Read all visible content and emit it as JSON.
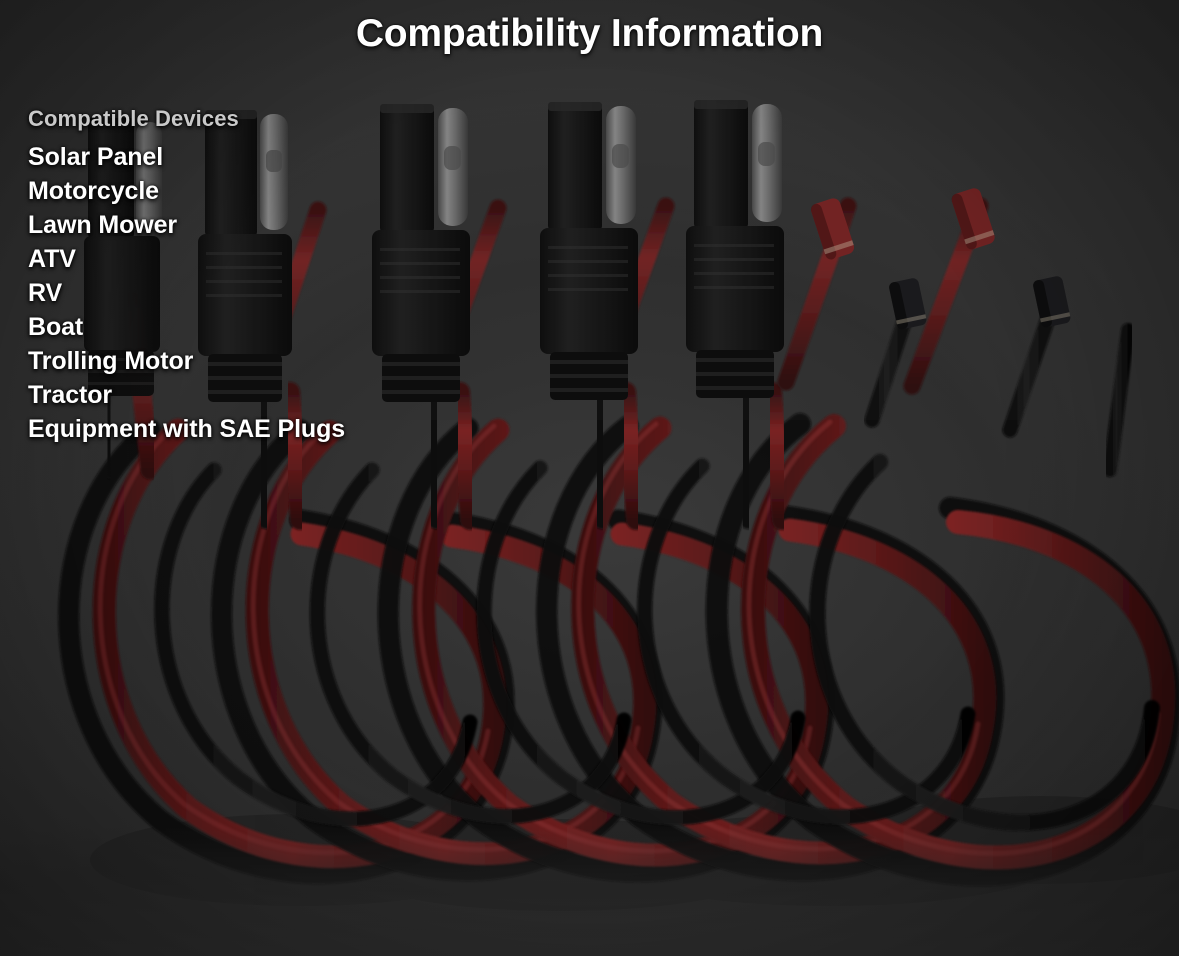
{
  "page": {
    "title": "Compatibility Information",
    "background_color": "#2f2f2f",
    "title_color": "#ffffff"
  },
  "devices_panel": {
    "heading": "Compatible Devices",
    "heading_color": "#c9c9c9",
    "item_color": "#ffffff",
    "items": [
      {
        "label": "Solar Panel"
      },
      {
        "label": "Motorcycle"
      },
      {
        "label": "Lawn Mower"
      },
      {
        "label": "ATV"
      },
      {
        "label": "RV"
      },
      {
        "label": "Boat"
      },
      {
        "label": "Trolling Motor"
      },
      {
        "label": "Tractor"
      },
      {
        "label": "Equipment with SAE Plugs"
      }
    ]
  },
  "product_photo": {
    "subject": "sae-connector-cables",
    "connector_count": 5,
    "red_wire_color": "#6e1d1d",
    "black_wire_color": "#14100f",
    "connector_body_color": "#121212",
    "connector_prong_color": "#6d6d6d",
    "terminal_shrink_red": "#7a2222",
    "terminal_shrink_black": "#17171a"
  }
}
